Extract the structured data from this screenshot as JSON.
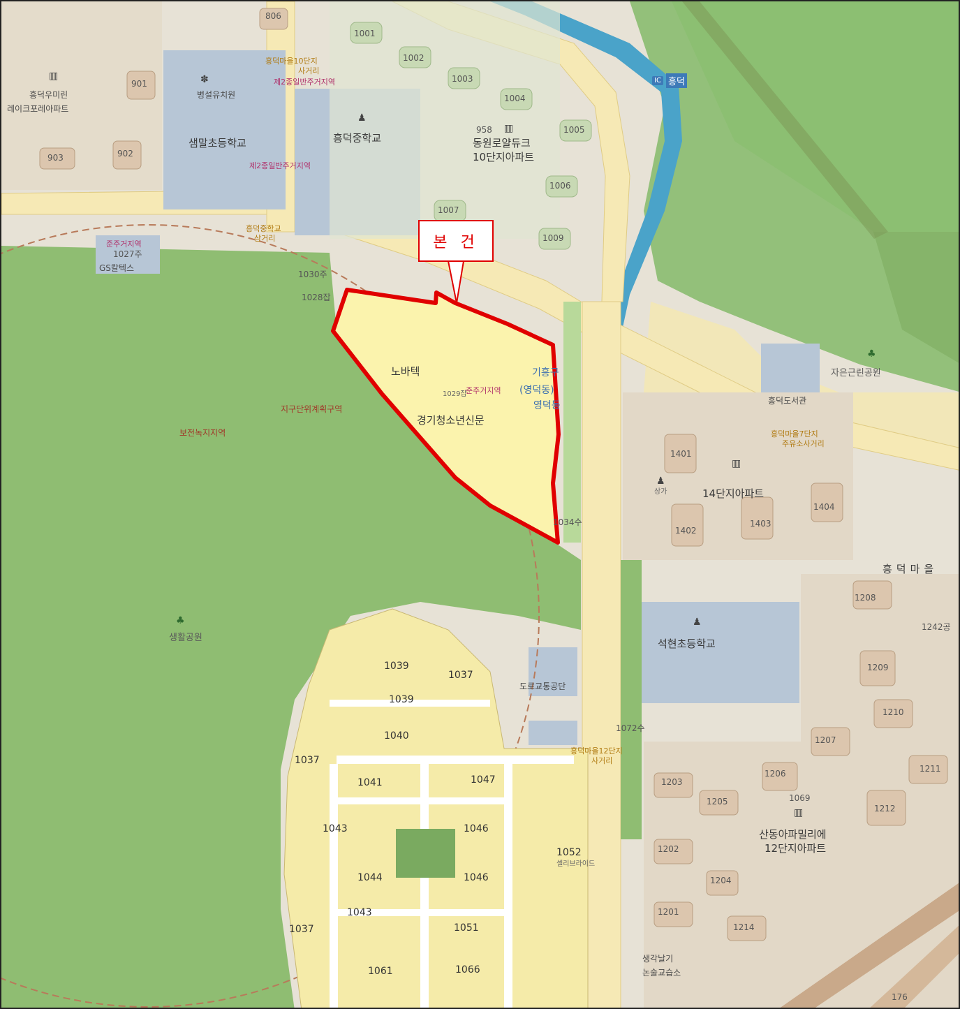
{
  "callout": {
    "label": "본 건"
  },
  "colors": {
    "park_green": "#8fbd72",
    "road_yellow": "#f6e9b5",
    "school_blue": "#b7c6d6",
    "subject_outline": "#e00000",
    "subject_fill": "#fbf3ad",
    "river_blue": "#4aa3c9",
    "residential_tan": "#e2d8c7"
  },
  "labels": {
    "heungdeok_umirin": "흥덕우미린",
    "lake_apt": "레이크포레아파트",
    "kindergarten": "병설유치원",
    "elementary_school": "샘말초등학교",
    "middle_school": "흥덕중학교",
    "dongwon_apt_num": "958",
    "dongwon_apt": "동원로얄듀크",
    "dongwon_apt_sub": "10단지아파트",
    "ic": "IC",
    "ic_name": "흥덕",
    "danji10_intersection": "흥덕마을10단지",
    "danji10_intersection2": "사거리",
    "general_residential_a": "제2종일반주거지역",
    "general_residential_b": "제2종일반주거지역",
    "middle_school_crossing": "흥덕중학교",
    "middle_school_crossing2": "삼거리",
    "gs_caltex": "GS칼텍스",
    "semi_residential": "준주거지역",
    "lot_1027": "1027주",
    "lot_1030": "1030주",
    "lot_1028": "1028잡",
    "novatech": "노바텍",
    "semi_residential_2": "준주거지역",
    "lot_1029": "1029잡",
    "youth_news": "경기청소년신문",
    "giheung": "기흥구",
    "yeongdeok": "(영덕동)",
    "yeongdeok2": "영덕동",
    "district_plan": "지구단위계획구역",
    "green_conservation": "보전녹지지역",
    "heungdeok_park": "자은근린공원",
    "heungdeok_library": "흥덕도서관",
    "danji7_crossing": "흥덕마을7단지",
    "danji7_crossing2": "주유소사거리",
    "danji14_apt": "14단지아파트",
    "commercial": "상가",
    "lot_1034": "1034수",
    "heungdeok_village": "흥덕마을",
    "seokhyeon_school": "석현초등학교",
    "saengmal_park": "생활공원",
    "road_traffic": "도로교통공단",
    "lot_1072": "1072수",
    "danji12_crossing": "흥덕마을12단지",
    "danji12_crossing2": "사거리",
    "lot_1069": "1069",
    "sandong_apt": "산동아파밀리에",
    "sandong_apt_sub": "12단지아파트",
    "celebride": "셀리브라이드",
    "saenggak": "생각날기",
    "art_school": "논술교습소",
    "lot_1242": "1242공",
    "lot_176": "176"
  },
  "building_numbers": [
    "806",
    "901",
    "902",
    "903",
    "1001",
    "1002",
    "1003",
    "1004",
    "1005",
    "1006",
    "1007",
    "1009",
    "1401",
    "1402",
    "1403",
    "1404",
    "1201",
    "1202",
    "1203",
    "1204",
    "1205",
    "1206",
    "1207",
    "1208",
    "1209",
    "1210",
    "1211",
    "1212",
    "1214"
  ],
  "lot_numbers": [
    "1039",
    "1037",
    "1039",
    "1040",
    "1037",
    "1041",
    "1047",
    "1043",
    "1046",
    "1052",
    "1044",
    "1046",
    "1043",
    "1051",
    "1037",
    "1061",
    "1066"
  ]
}
